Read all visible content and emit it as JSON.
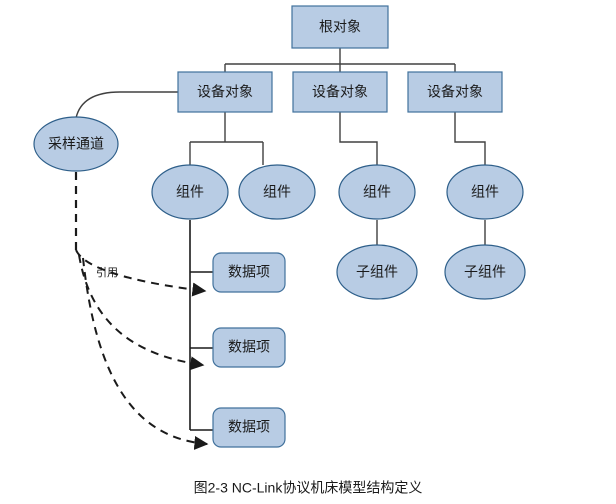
{
  "figure": {
    "caption": "图2-3 NC-Link协议机床模型结构定义",
    "colors": {
      "node_fill": "#b8cce4",
      "node_stroke": "#41719c",
      "ellipse_stroke": "#2e5f8a",
      "connector": "#404040",
      "reference_edge": "#1a1a1a",
      "text": "#1a1a1a",
      "background": "#ffffff"
    }
  },
  "nodes": {
    "root": {
      "label": "根对象",
      "shape": "rectangle"
    },
    "devices": [
      {
        "label": "设备对象",
        "shape": "rectangle"
      },
      {
        "label": "设备对象",
        "shape": "rectangle"
      },
      {
        "label": "设备对象",
        "shape": "rectangle"
      }
    ],
    "sampling_channel": {
      "label": "采样通道",
      "shape": "ellipse"
    },
    "components": [
      {
        "label": "组件",
        "shape": "ellipse"
      },
      {
        "label": "组件",
        "shape": "ellipse"
      },
      {
        "label": "组件",
        "shape": "ellipse"
      },
      {
        "label": "组件",
        "shape": "ellipse"
      }
    ],
    "subcomponents": [
      {
        "label": "子组件",
        "shape": "ellipse"
      },
      {
        "label": "子组件",
        "shape": "ellipse"
      }
    ],
    "data_items": [
      {
        "label": "数据项",
        "shape": "rounded-rectangle"
      },
      {
        "label": "数据项",
        "shape": "rounded-rectangle"
      },
      {
        "label": "数据项",
        "shape": "rounded-rectangle"
      }
    ]
  },
  "edges": {
    "reference_label": "引用"
  }
}
